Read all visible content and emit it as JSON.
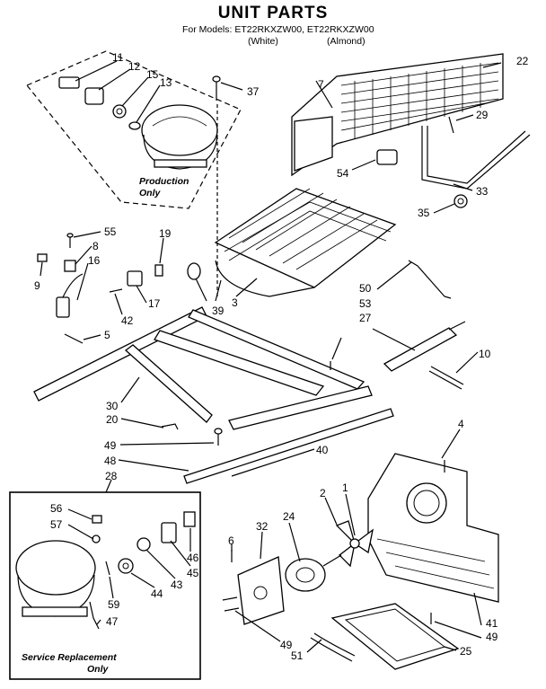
{
  "title": "UNIT PARTS",
  "models_line": "For Models: ET22RKXZW00, ET22RKXZW00",
  "color_white": "(White)",
  "color_almond": "(Almond)",
  "notes": {
    "production": [
      "Production",
      "Only"
    ],
    "service": [
      "Service Replacement",
      "Only"
    ]
  },
  "callouts": [
    "11",
    "12",
    "15",
    "13",
    "37",
    "7",
    "22",
    "29",
    "54",
    "33",
    "35",
    "55",
    "8",
    "19",
    "16",
    "9",
    "17",
    "42",
    "39",
    "3",
    "5",
    "50",
    "53",
    "27",
    "10",
    "30",
    "20",
    "49",
    "48",
    "40",
    "4",
    "28",
    "56",
    "57",
    "2",
    "1",
    "6",
    "32",
    "24",
    "46",
    "45",
    "43",
    "44",
    "59",
    "47",
    "49",
    "51",
    "25",
    "41",
    "49"
  ]
}
